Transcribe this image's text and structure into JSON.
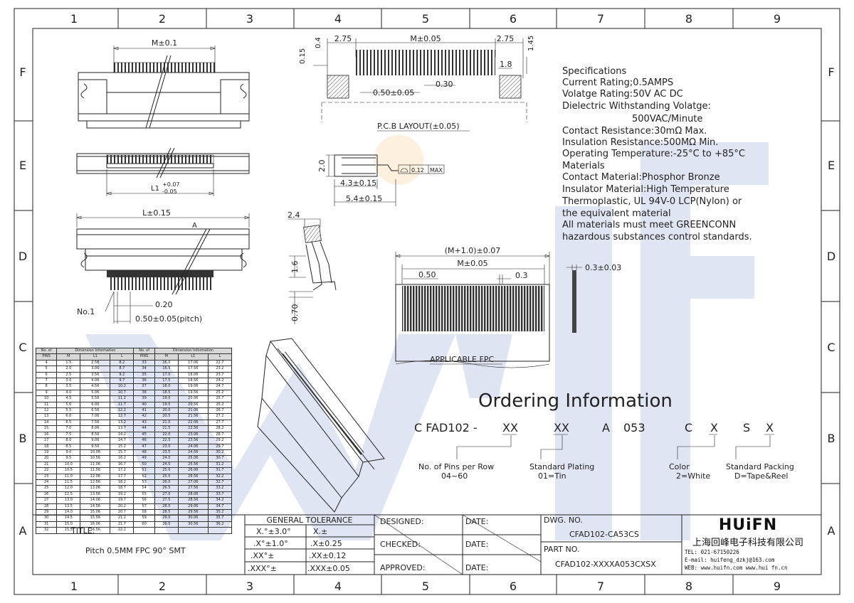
{
  "grid": {
    "columns": [
      "1",
      "2",
      "3",
      "4",
      "5",
      "6",
      "7",
      "8",
      "9"
    ],
    "rows": [
      "F",
      "E",
      "D",
      "C",
      "B",
      "A"
    ]
  },
  "dimensions": {
    "top_m": "M±0.1",
    "l1": "L1",
    "l1_tol_plus": "+0.07",
    "l1_tol_minus": "-0.05",
    "l_015": "L±0.15",
    "a_mark": "A",
    "no1": "No.1",
    "d020": "0.20",
    "pitch": "0.50±0.05(pitch)",
    "pcb_275_left": "2.75",
    "pcb_m005": "M±0.05",
    "pcb_275_right": "2.75",
    "pcb_145": "1.45",
    "pcb_04": "0.4",
    "pcb_015": "0.15",
    "pcb_18": "1.8",
    "pcb_030": "0.30",
    "pcb_050": "0.50±0.05",
    "pcb_layout": "P.C.B LAYOUT(±0.05)",
    "side_20": "2.0",
    "side_43": "4.3±0.15",
    "side_54": "5.4±0.15",
    "flat_val": "0.12",
    "flat_max": "MAX",
    "sec_24": "2.4",
    "sec_16": "1.6",
    "sec_070": "0.70",
    "fpc_m1": "(M+1.0)±0.07",
    "fpc_m005": "M±0.05",
    "fpc_050": "0.50",
    "fpc_03": "0.3",
    "fpc_thk": "0.3±0.03",
    "fpc_label": "APPLICABLE FPC"
  },
  "specifications": {
    "lines": [
      "Specifications",
      "Current Rating;0.5AMPS",
      "Volatge Rating:50V AC DC",
      "Dielectric Withstanding Volatge:",
      "500VAC/Minute",
      "Contact Resistance:30mΩ Max.",
      "Insulation Resistance:500MΩ Min.",
      "Operating Temperature:-25°C to +85°C",
      "Materials",
      "Contact Material:Phosphor Bronze",
      "Insulator Material:High Temperature",
      "Thermoplastic, UL 94V-0 LCP(Nylon) or",
      "the equivalent material",
      "All materials must meet GREENCONN",
      "hazardous substances control standards."
    ]
  },
  "ordering": {
    "title": "Ordering Information",
    "code": [
      "C FAD102 -",
      "XX",
      "XX",
      "A",
      "053",
      "C",
      "X",
      "S",
      "X"
    ],
    "pins_label": "No. of Pins per Row",
    "pins_range": "04~60",
    "plating_label": "Standard Plating",
    "plating_value": "01=Tin",
    "color_label": "Color",
    "color_value": "2=White",
    "packing_label": "Standard Packing",
    "packing_value": "D=Tape&Reel"
  },
  "table": {
    "col_no": "No. of",
    "col_pins": "PINS",
    "col_dim": "Dimension Information",
    "col_m": "M",
    "col_l1": "L1",
    "col_l": "L",
    "left_rows": [
      [
        "4",
        "1.5",
        "2.56",
        "8.2"
      ],
      [
        "5",
        "2.0",
        "3.06",
        "8.7"
      ],
      [
        "6",
        "2.5",
        "3.56",
        "9.2"
      ],
      [
        "7",
        "3.0",
        "4.06",
        "9.7"
      ],
      [
        "8",
        "3.5",
        "4.56",
        "10.2"
      ],
      [
        "9",
        "4.0",
        "5.06",
        "10.7"
      ],
      [
        "10",
        "4.5",
        "5.56",
        "11.2"
      ],
      [
        "11",
        "5.0",
        "6.06",
        "11.7"
      ],
      [
        "12",
        "5.5",
        "6.56",
        "12.2"
      ],
      [
        "13",
        "6.0",
        "7.06",
        "12.7"
      ],
      [
        "14",
        "6.5",
        "7.56",
        "13.2"
      ],
      [
        "15",
        "7.0",
        "8.06",
        "13.7"
      ],
      [
        "16",
        "7.5",
        "8.56",
        "14.2"
      ],
      [
        "17",
        "8.0",
        "9.06",
        "14.7"
      ],
      [
        "18",
        "8.5",
        "9.56",
        "15.2"
      ],
      [
        "19",
        "9.0",
        "10.06",
        "15.7"
      ],
      [
        "20",
        "9.5",
        "10.56",
        "16.2"
      ],
      [
        "21",
        "10.0",
        "11.06",
        "16.7"
      ],
      [
        "22",
        "10.5",
        "11.56",
        "17.2"
      ],
      [
        "23",
        "11.0",
        "12.06",
        "17.7"
      ],
      [
        "24",
        "11.5",
        "12.56",
        "18.2"
      ],
      [
        "25",
        "12.0",
        "13.06",
        "18.7"
      ],
      [
        "26",
        "12.5",
        "13.56",
        "19.2"
      ],
      [
        "27",
        "13.0",
        "14.06",
        "19.7"
      ],
      [
        "28",
        "13.5",
        "14.56",
        "20.2"
      ],
      [
        "29",
        "14.0",
        "15.06",
        "20.7"
      ],
      [
        "30",
        "14.5",
        "15.56",
        "21.2"
      ],
      [
        "31",
        "15.0",
        "16.06",
        "21.7"
      ],
      [
        "32",
        "15.5",
        "16.56",
        "22.2"
      ]
    ],
    "right_rows": [
      [
        "33",
        "16.0",
        "17.06",
        "22.7"
      ],
      [
        "34",
        "16.5",
        "17.56",
        "23.2"
      ],
      [
        "35",
        "17.0",
        "18.06",
        "23.7"
      ],
      [
        "36",
        "17.5",
        "18.56",
        "24.2"
      ],
      [
        "37",
        "18.0",
        "19.06",
        "24.7"
      ],
      [
        "38",
        "18.5",
        "19.56",
        "25.2"
      ],
      [
        "39",
        "19.0",
        "20.06",
        "25.7"
      ],
      [
        "40",
        "19.5",
        "20.56",
        "26.2"
      ],
      [
        "41",
        "20.0",
        "21.06",
        "26.7"
      ],
      [
        "42",
        "20.5",
        "21.56",
        "27.2"
      ],
      [
        "43",
        "21.0",
        "22.06",
        "27.7"
      ],
      [
        "44",
        "21.5",
        "22.56",
        "28.2"
      ],
      [
        "45",
        "22.0",
        "23.06",
        "28.7"
      ],
      [
        "46",
        "22.5",
        "23.56",
        "29.2"
      ],
      [
        "47",
        "23.0",
        "24.06",
        "29.7"
      ],
      [
        "48",
        "23.5",
        "24.56",
        "30.2"
      ],
      [
        "49",
        "24.0",
        "25.06",
        "30.7"
      ],
      [
        "50",
        "24.5",
        "25.56",
        "31.2"
      ],
      [
        "51",
        "25.0",
        "26.06",
        "31.7"
      ],
      [
        "52",
        "25.5",
        "26.56",
        "32.2"
      ],
      [
        "53",
        "26.0",
        "27.06",
        "32.7"
      ],
      [
        "54",
        "26.5",
        "27.56",
        "33.2"
      ],
      [
        "55",
        "27.0",
        "28.06",
        "33.7"
      ],
      [
        "56",
        "27.5",
        "28.56",
        "34.2"
      ],
      [
        "57",
        "28.0",
        "29.06",
        "34.7"
      ],
      [
        "58",
        "28.5",
        "29.56",
        "35.2"
      ],
      [
        "59",
        "29.0",
        "30.06",
        "35.7"
      ],
      [
        "60",
        "29.5",
        "30.56",
        "36.2"
      ],
      [
        "",
        "",
        "",
        ""
      ]
    ]
  },
  "title_block": {
    "title_label": "TITLE.",
    "title_value": "Pitch 0.5MM FPC 90° SMT",
    "tol_header": "GENERAL TOLERANCE",
    "tol_rows": [
      [
        "X.°±3.0°",
        "X.±"
      ],
      [
        ".X°±1.0°",
        ".X±0.25"
      ],
      [
        ".XX°±",
        ".XX±0.12"
      ],
      [
        ".XXX°±",
        ".XXX±0.05"
      ]
    ],
    "designed": "DESIGNED:",
    "checked": "CHECKED:",
    "approved": "APPROVED:",
    "date": "DATE:",
    "dwg_label": "DWG. NO.",
    "dwg_value": "CFAD102-CA53CS",
    "part_label": "PART NO.",
    "part_value": "CFAD102-XXXXA053CXSX",
    "logo_word": "HUiFN",
    "company_cn": "上海回峰电子科技有限公司",
    "tel": "TEL: 021-67150226",
    "email": "E-mail: huifeng_dzkj@163.com",
    "web": "WEB: www.huifn.com  www.hui fn.cn"
  },
  "colors": {
    "line": "#222222",
    "watermark": "#3a5fb0",
    "watermark_accent": "#f0a030"
  }
}
